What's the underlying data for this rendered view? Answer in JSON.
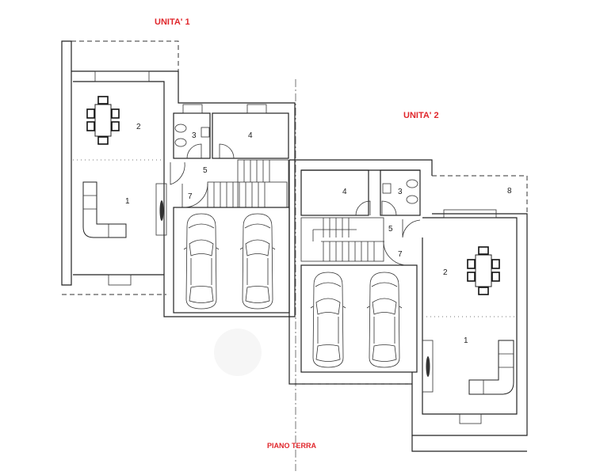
{
  "title_unit1": "UNITA' 1",
  "title_unit2": "UNITA' 2",
  "floor_label": "PIANO TERRA",
  "label_color": "#e0262b",
  "unit1": {
    "rooms": [
      "1",
      "2",
      "3",
      "4",
      "5",
      "7"
    ]
  },
  "unit2": {
    "rooms": [
      "1",
      "2",
      "3",
      "4",
      "5",
      "7",
      "8"
    ]
  }
}
